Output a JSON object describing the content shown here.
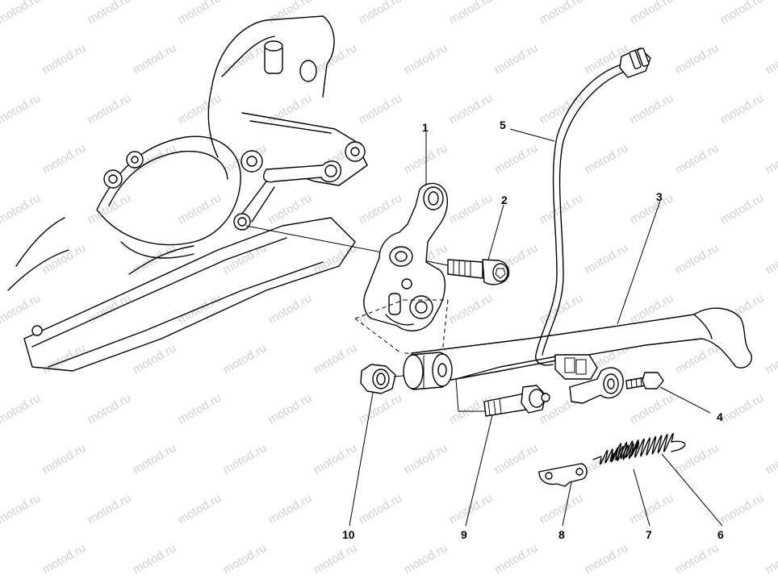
{
  "watermark": "motod.ru",
  "callouts": [
    {
      "id": "1",
      "label": "1"
    },
    {
      "id": "2",
      "label": "2"
    },
    {
      "id": "3",
      "label": "3"
    },
    {
      "id": "4",
      "label": "4"
    },
    {
      "id": "5",
      "label": "5"
    },
    {
      "id": "6",
      "label": "6"
    },
    {
      "id": "7",
      "label": "7"
    },
    {
      "id": "8",
      "label": "8"
    },
    {
      "id": "9",
      "label": "9"
    },
    {
      "id": "10",
      "label": "10"
    }
  ]
}
